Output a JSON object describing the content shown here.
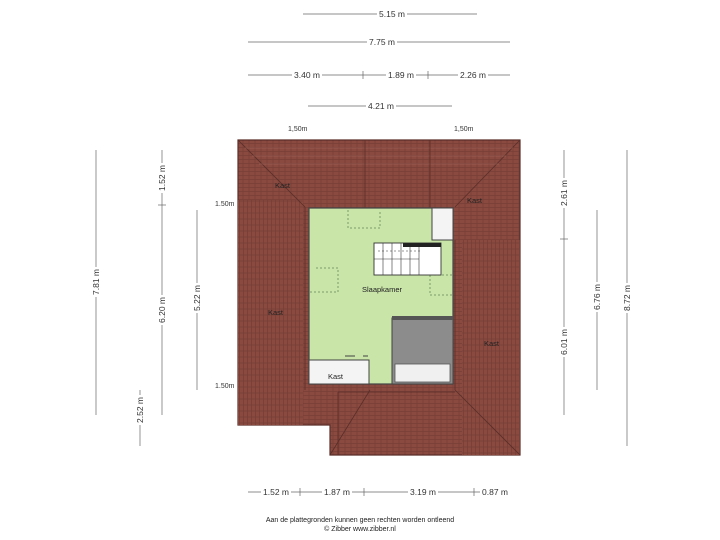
{
  "dimensions": {
    "top": [
      "5.15 m",
      "7.75 m",
      "3.40 m",
      "1.89 m",
      "2.26 m",
      "4.21 m"
    ],
    "bottom": [
      "1.52 m",
      "1.87 m",
      "3.19 m",
      "0.87 m"
    ],
    "left": [
      "7.81 m",
      "1.52 m",
      "6.20 m",
      "2.52 m",
      "5.22 m"
    ],
    "right": [
      "2.61 m",
      "6.01 m",
      "6.76 m",
      "8.72 m"
    ],
    "heights": [
      "1,50m",
      "1,50m",
      "1.50m",
      "1.50m"
    ]
  },
  "rooms": {
    "kast_top_left": "Kast",
    "kast_top_right": "Kast",
    "kast_left": "Kast",
    "kast_right": "Kast",
    "kast_bottom": "Kast",
    "slaapkamer": "Slaapkamer"
  },
  "footer": {
    "line1": "Aan de plattegronden kunnen geen rechten worden ontleend",
    "line2": "© Zibber www.zibber.nl"
  },
  "colors": {
    "roof": "#8a4a40",
    "roof_dark": "#6e3a33",
    "room": "#c9e5a8",
    "wall": "#444444"
  }
}
